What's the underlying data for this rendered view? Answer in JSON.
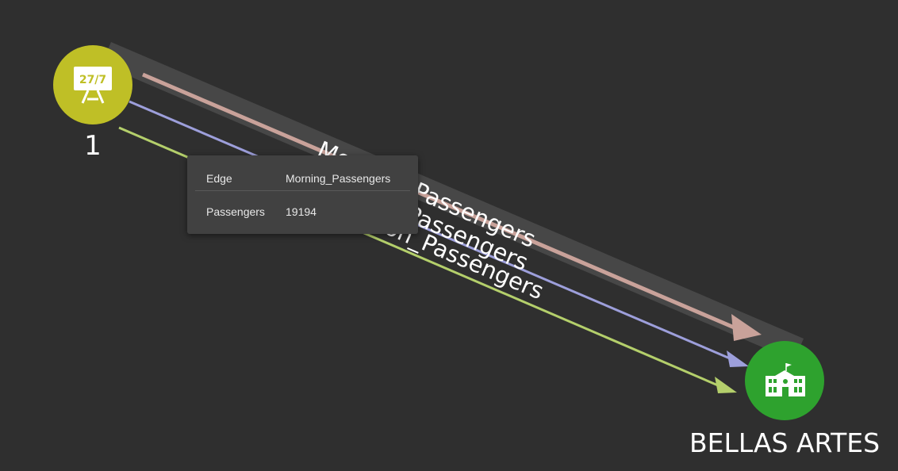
{
  "nodes": {
    "source": {
      "label": "1",
      "color": "#bfbf26",
      "icon": "24-7-store-icon"
    },
    "target": {
      "label": "BELLAS ARTES",
      "color": "#2ea22e",
      "icon": "museum-building-icon"
    }
  },
  "edges": [
    {
      "label": "Morning_Passengers",
      "color": "#c9a29a",
      "highlighted": true
    },
    {
      "label": "Midday_Passengers",
      "color": "#9d9fdb",
      "highlighted": false
    },
    {
      "label": "Afternoon_Passengers",
      "color": "#b4cf6b",
      "highlighted": false
    }
  ],
  "tooltip": {
    "rows": [
      {
        "key": "Edge",
        "value": "Morning_Passengers"
      },
      {
        "key": "Passengers",
        "value": "19194"
      }
    ]
  }
}
